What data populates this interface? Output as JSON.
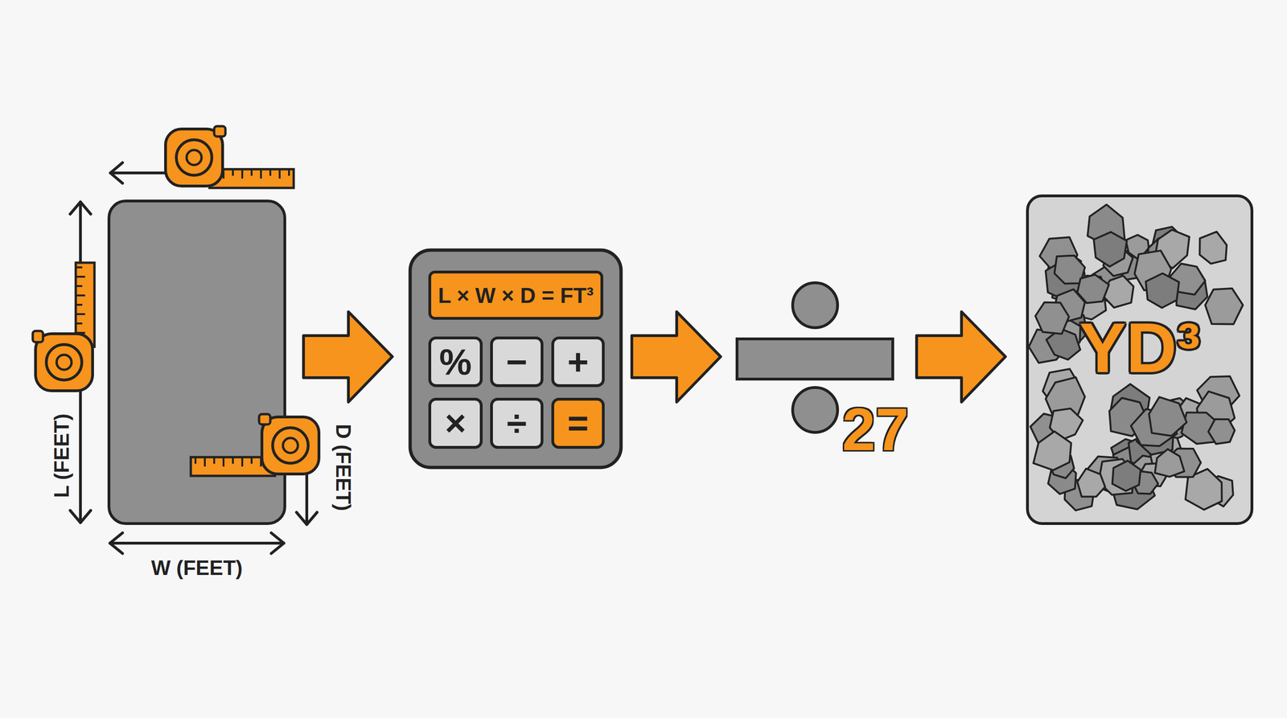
{
  "diagram": {
    "nodes": [
      {
        "text": [
          "L × W × D = FT³"
        ]
      },
      {
        "text": [
          "%"
        ]
      },
      {
        "text": [
          "−"
        ]
      },
      {
        "text": [
          "+"
        ]
      },
      {
        "text": [
          "×"
        ]
      },
      {
        "text": [
          "÷"
        ]
      },
      {
        "text": [
          "="
        ]
      },
      {
        "text": [
          "YD³"
        ]
      }
    ],
    "labels": [
      "L (FEET)",
      "W (FEET)",
      "D (FEET)",
      "27"
    ]
  }
}
